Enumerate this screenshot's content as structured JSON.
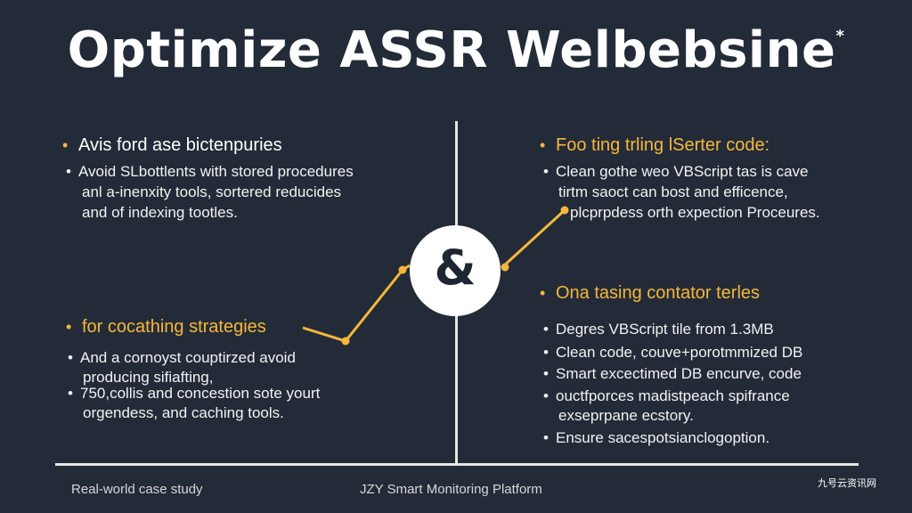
{
  "title": "Optimize ASSR Welbebsine",
  "title_mark": "*",
  "center_symbol": "&",
  "colors": {
    "background": "#232b38",
    "accent": "#f5b73a",
    "text": "#ffffff",
    "divider": "#e6e6e6"
  },
  "left": {
    "section1": {
      "heading": "Avis ford ase bictenpuries",
      "bullet1_line1": "Avoid SLbottlents with stored procedures",
      "bullet1_line2": "anl a-inenxity tools, sortered reducides",
      "bullet1_line3": "and of indexing tootles."
    },
    "section2": {
      "heading": "for cocathing strategies",
      "bullet1_line1": "And a cornoyst couptirzed avoid",
      "bullet1_line2": "producing sifiafting,",
      "bullet2_line1": "750,collis and concestion sote yourt",
      "bullet2_line2": "orgendess, and caching tools."
    }
  },
  "right": {
    "section1": {
      "heading": "Foo ting trling lSerter code:",
      "bullet1_line1": "Clean gothe weo VBScript tas is cave",
      "bullet1_line2": "tirtm saoct can bost and efficence,",
      "bullet1_line3": "plcprpdess orth expection Proceures."
    },
    "section2": {
      "heading": "Ona tasing contator terles",
      "bullet1": "Degres VBScript tile from 1.3MB",
      "bullet2": "Clean code, couve+porotmmized DB",
      "bullet3": "Smart excectimed DB encurve, code",
      "bullet4_line1": "ouctfporces madistpeach spifrance",
      "bullet4_line2": "exseprpane ecstory.",
      "bullet5": "Ensure sacespotsianclogoption."
    }
  },
  "bullet_glyph": "•",
  "footer": {
    "left": "Real-world case study",
    "center": "JZY Smart Monitoring Platform"
  },
  "watermark": "九号云资讯网"
}
